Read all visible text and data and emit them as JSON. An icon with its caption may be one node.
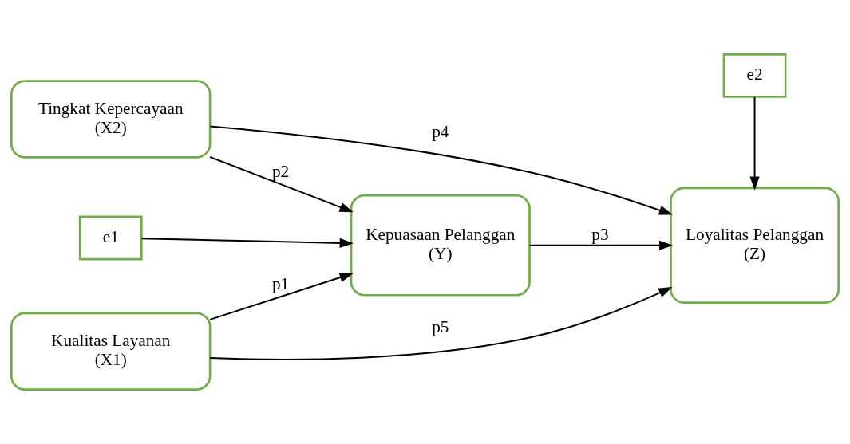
{
  "diagram": {
    "nodes": [
      {
        "text": [
          "Kualitas Layanan",
          "(X1)"
        ]
      },
      {
        "text": [
          "e1"
        ]
      },
      {
        "text": [
          "Tingkat Kepercayaan",
          "(X2)"
        ]
      },
      {
        "text": [
          "Kepuasaan Pelanggan",
          "(Y)"
        ]
      },
      {
        "text": [
          "e2"
        ]
      },
      {
        "text": [
          "Loyalitas Pelanggan",
          "(Z)"
        ]
      }
    ],
    "edges": [
      {
        "from": 0,
        "to": 3,
        "arrow": "to",
        "label": "p1"
      },
      {
        "from": 1,
        "to": 3,
        "arrow": "to"
      },
      {
        "from": 2,
        "to": 3,
        "arrow": "to",
        "label": "p2"
      },
      {
        "from": 3,
        "to": 5,
        "arrow": "to",
        "label": "p3"
      },
      {
        "from": 2,
        "to": 5,
        "arrow": "to",
        "label": "p4"
      },
      {
        "from": 0,
        "to": 5,
        "arrow": "to",
        "label": "p5"
      },
      {
        "from": 4,
        "to": 5,
        "arrow": "to"
      }
    ]
  }
}
